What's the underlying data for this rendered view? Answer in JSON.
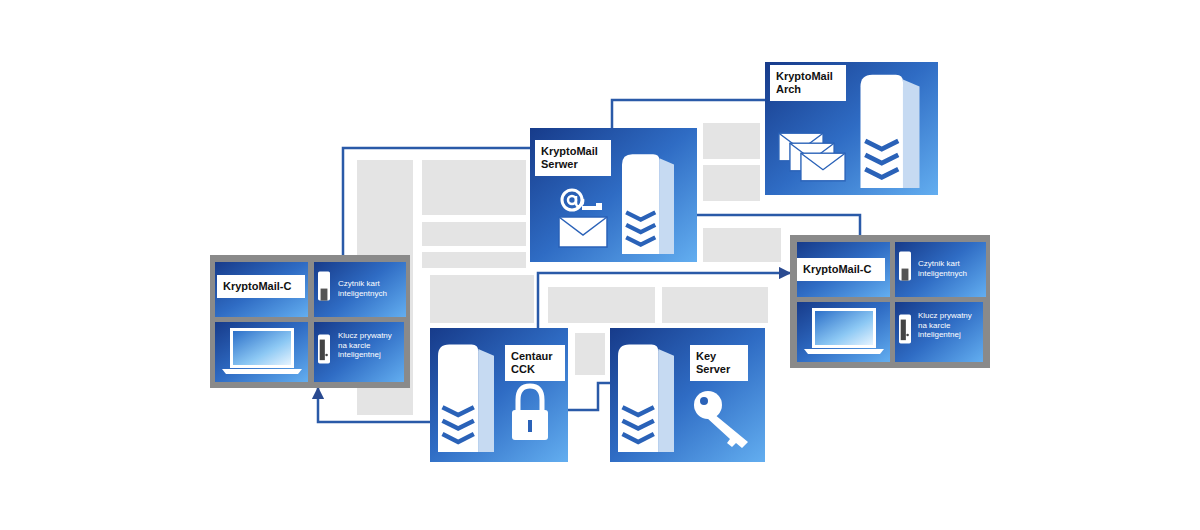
{
  "diagram": {
    "nodes": [
      {
        "text": [
          "KryptoMail Arch"
        ]
      },
      {
        "text": [
          "KryptoMail Serwer"
        ]
      },
      {
        "text": [
          "KryptoMail-C"
        ]
      },
      {
        "text": [
          "Czytnik kart inteligentnych"
        ],
        "in": 2
      },
      {
        "text": [
          "Klucz prywatny na karcie inteligentnej"
        ],
        "in": 2
      },
      {
        "text": [
          "KryptoMail-C"
        ]
      },
      {
        "text": [
          "Czytnik kart inteligentnych"
        ],
        "in": 5
      },
      {
        "text": [
          "Klucz prywatny na karcie inteligentnej"
        ],
        "in": 5
      },
      {
        "text": [
          "Centaur CCK"
        ]
      },
      {
        "text": [
          "Key Server"
        ]
      }
    ],
    "edges": [
      {
        "from": 1,
        "to": 0,
        "arrow": "none"
      },
      {
        "from": 2,
        "to": 1,
        "arrow": "none"
      },
      {
        "from": 1,
        "to": 5,
        "arrow": "none"
      },
      {
        "from": 8,
        "to": 5,
        "arrow": "to"
      },
      {
        "from": 8,
        "to": 2,
        "arrow": "to"
      },
      {
        "from": 9,
        "to": 8,
        "arrow": "none"
      }
    ]
  }
}
